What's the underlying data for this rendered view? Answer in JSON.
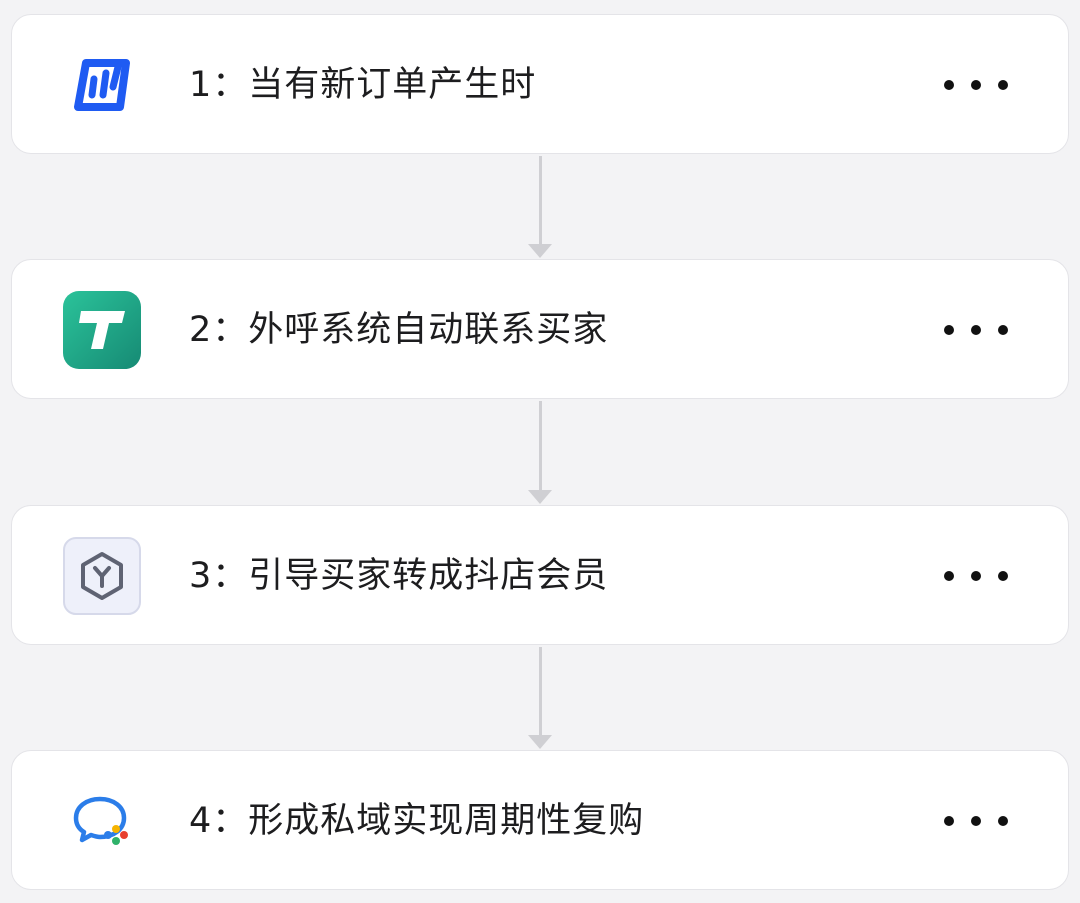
{
  "steps": [
    {
      "label": "1：当有新订单产生时",
      "icon": "data-chart-logo-icon",
      "color": "#1f5bf2"
    },
    {
      "label": "2：外呼系统自动联系买家",
      "icon": "teal-t-app-icon",
      "color": "#23a88a"
    },
    {
      "label": "3：引导买家转成抖店会员",
      "icon": "hexagon-y-icon",
      "color": "#5f6373"
    },
    {
      "label": "4：形成私域实现周期性复购",
      "icon": "wecom-chat-icon",
      "color": "#2b7de9"
    }
  ],
  "more_menu_icon": "more-dots-icon"
}
